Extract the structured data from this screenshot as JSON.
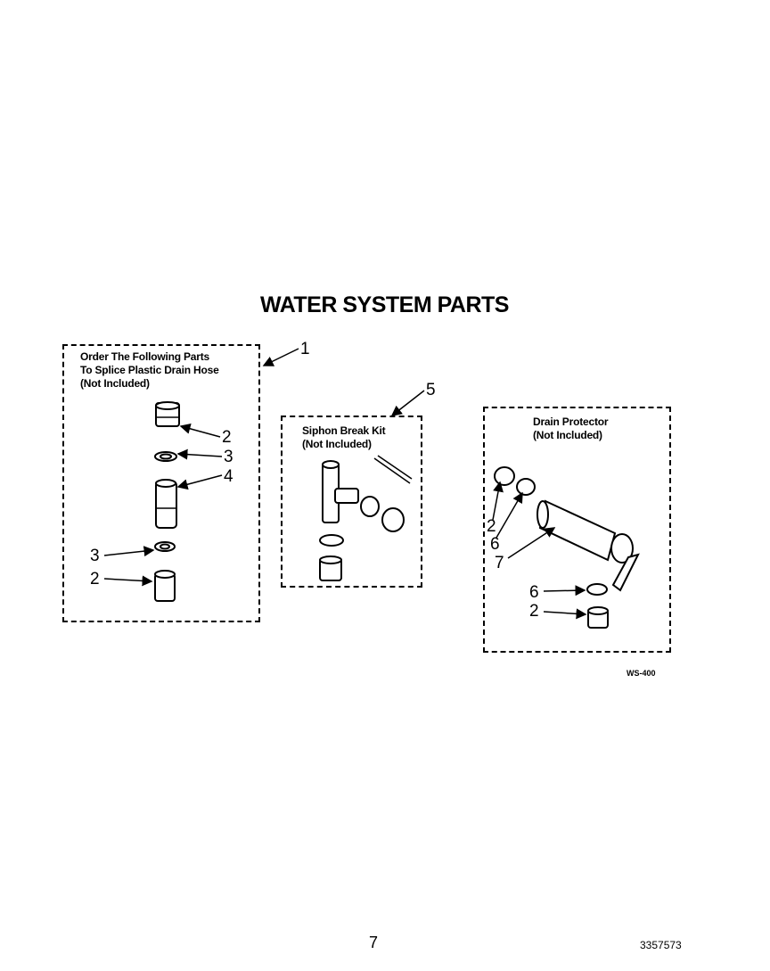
{
  "title": "WATER SYSTEM PARTS",
  "groups": {
    "splice": {
      "lines": [
        "Order The Following Parts",
        "To Splice Plastic Drain Hose",
        "(Not Included)"
      ],
      "ref": "1",
      "parts": [
        "2",
        "3",
        "4",
        "3",
        "2"
      ]
    },
    "siphon": {
      "lines": [
        "Siphon Break Kit",
        "(Not Included)"
      ],
      "ref": "5"
    },
    "drain": {
      "lines": [
        "Drain Protector",
        "(Not Included)"
      ],
      "parts": [
        "2",
        "6",
        "7",
        "6",
        "2"
      ]
    }
  },
  "figure_code": "WS-400",
  "page_number": "7",
  "doc_number": "3357573"
}
